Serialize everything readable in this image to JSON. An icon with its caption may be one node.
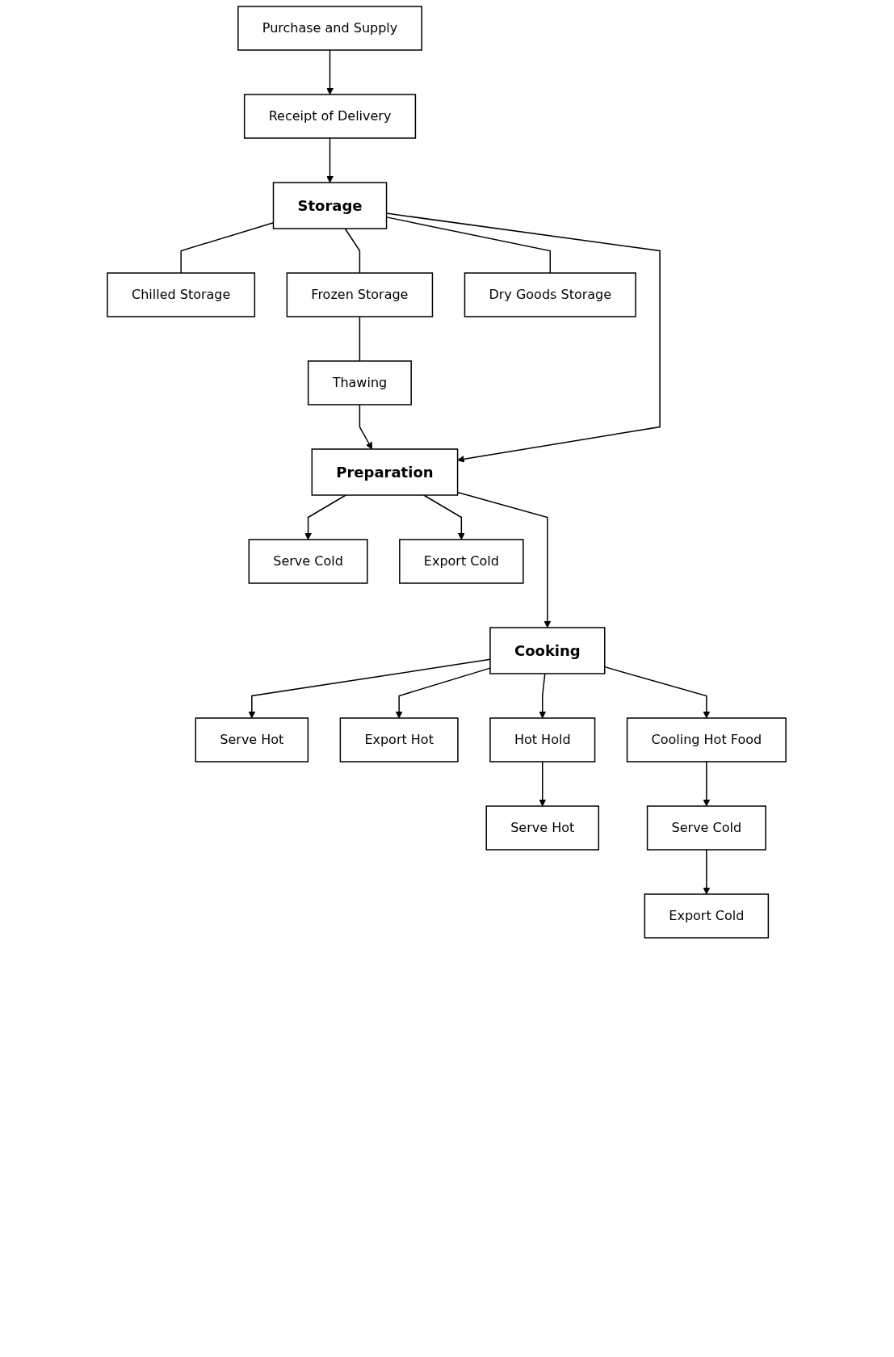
{
  "diagram": {
    "nodes": [
      {
        "text": [
          "Purchase and Supply"
        ]
      },
      {
        "text": [
          "Receipt of Delivery"
        ]
      },
      {
        "text": [
          "Storage"
        ]
      },
      {
        "text": [
          "Chilled Storage"
        ]
      },
      {
        "text": [
          "Frozen Storage"
        ]
      },
      {
        "text": [
          "Dry Goods Storage"
        ]
      },
      {
        "text": [
          "Thawing"
        ]
      },
      {
        "text": [
          "Preparation"
        ]
      },
      {
        "text": [
          "Serve Cold"
        ]
      },
      {
        "text": [
          "Export Cold"
        ]
      },
      {
        "text": [
          "Cooking"
        ]
      },
      {
        "text": [
          "Serve Hot"
        ]
      },
      {
        "text": [
          "Export Hot"
        ]
      },
      {
        "text": [
          "Hot Hold"
        ]
      },
      {
        "text": [
          "Cooling Hot Food"
        ]
      },
      {
        "text": [
          "Serve Hot"
        ]
      },
      {
        "text": [
          "Serve Cold"
        ]
      },
      {
        "text": [
          "Export Cold"
        ]
      }
    ],
    "edges": [
      {
        "from": 0,
        "to": 1,
        "arrow": "to"
      },
      {
        "from": 1,
        "to": 2,
        "arrow": "to"
      },
      {
        "from": 2,
        "to": 3,
        "arrow": "none"
      },
      {
        "from": 2,
        "to": 4,
        "arrow": "none"
      },
      {
        "from": 2,
        "to": 5,
        "arrow": "none"
      },
      {
        "from": 4,
        "to": 6,
        "arrow": "none"
      },
      {
        "from": 6,
        "to": 7,
        "arrow": "to"
      },
      {
        "from": 2,
        "to": 7,
        "arrow": "to"
      },
      {
        "from": 7,
        "to": 8,
        "arrow": "to"
      },
      {
        "from": 7,
        "to": 9,
        "arrow": "to"
      },
      {
        "from": 7,
        "to": 10,
        "arrow": "to"
      },
      {
        "from": 10,
        "to": 11,
        "arrow": "to"
      },
      {
        "from": 10,
        "to": 12,
        "arrow": "to"
      },
      {
        "from": 10,
        "to": 13,
        "arrow": "to"
      },
      {
        "from": 10,
        "to": 14,
        "arrow": "to"
      },
      {
        "from": 13,
        "to": 15,
        "arrow": "to"
      },
      {
        "from": 14,
        "to": 16,
        "arrow": "to"
      },
      {
        "from": 16,
        "to": 17,
        "arrow": "to"
      }
    ]
  }
}
